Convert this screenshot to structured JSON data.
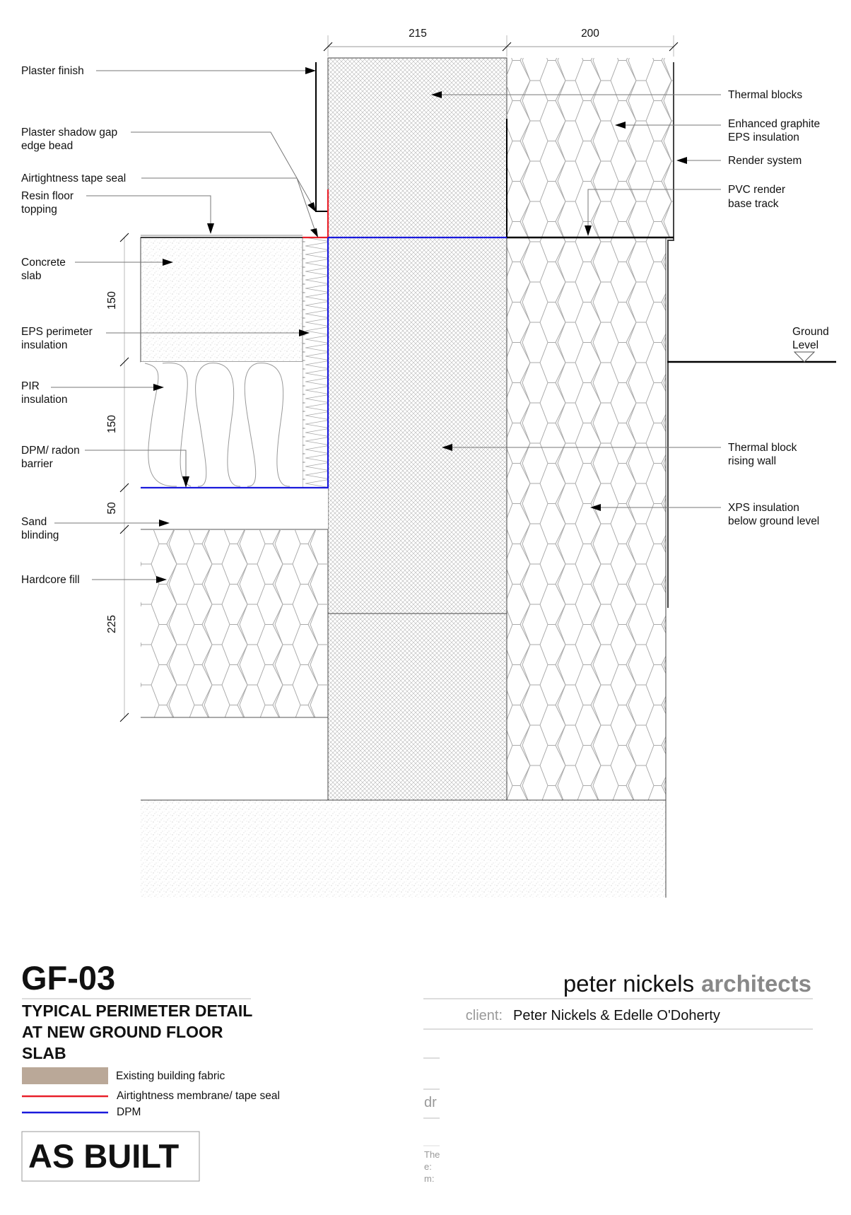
{
  "dimensions": {
    "top": [
      "215",
      "200"
    ],
    "left": [
      "150",
      "150",
      "50",
      "225"
    ]
  },
  "labels_left": {
    "plaster_finish": [
      "Plaster finish"
    ],
    "shadow_gap": [
      "Plaster shadow gap",
      "edge bead"
    ],
    "tape_seal": [
      "Airtightness tape seal"
    ],
    "resin_floor": [
      "Resin floor",
      "topping"
    ],
    "concrete_slab": [
      "Concrete",
      "slab"
    ],
    "eps_perimeter": [
      "EPS perimeter",
      "insulation"
    ],
    "pir": [
      "PIR",
      "insulation"
    ],
    "dpm_radon": [
      "DPM/ radon",
      "barrier"
    ],
    "sand": [
      "Sand",
      "blinding"
    ],
    "hardcore": [
      "Hardcore fill"
    ]
  },
  "labels_right": {
    "thermal_blocks": [
      "Thermal blocks"
    ],
    "graphite_eps": [
      "Enhanced graphite",
      "EPS insulation"
    ],
    "render_system": [
      "Render system"
    ],
    "pvc_track": [
      "PVC render",
      "base track"
    ],
    "ground_level": [
      "Ground",
      "Level"
    ],
    "rising_wall": [
      "Thermal block",
      "rising wall"
    ],
    "xps": [
      "XPS insulation",
      "below ground level"
    ]
  },
  "title_block": {
    "drawing_number": "GF-03",
    "title_lines": [
      "TYPICAL PERIMETER DETAIL",
      "AT NEW GROUND FLOOR",
      "SLAB"
    ],
    "legend": [
      {
        "label": "Existing building fabric",
        "color": "#baa898"
      },
      {
        "label": "Airtightness membrane/ tape seal",
        "color": "#e8202a"
      },
      {
        "label": "DPM",
        "color": "#1a1adc"
      }
    ],
    "status": "AS BUILT",
    "practice_name_1": "peter nickels",
    "practice_name_2": "architects",
    "client_label": "client:",
    "client_value": "Peter Nickels & Edelle O'Doherty",
    "fragments": [
      "dr",
      "The",
      "e:",
      "m:"
    ]
  },
  "colors": {
    "airtight": "#e8202a",
    "dpm": "#1a1adc",
    "fabric": "#baa898"
  }
}
